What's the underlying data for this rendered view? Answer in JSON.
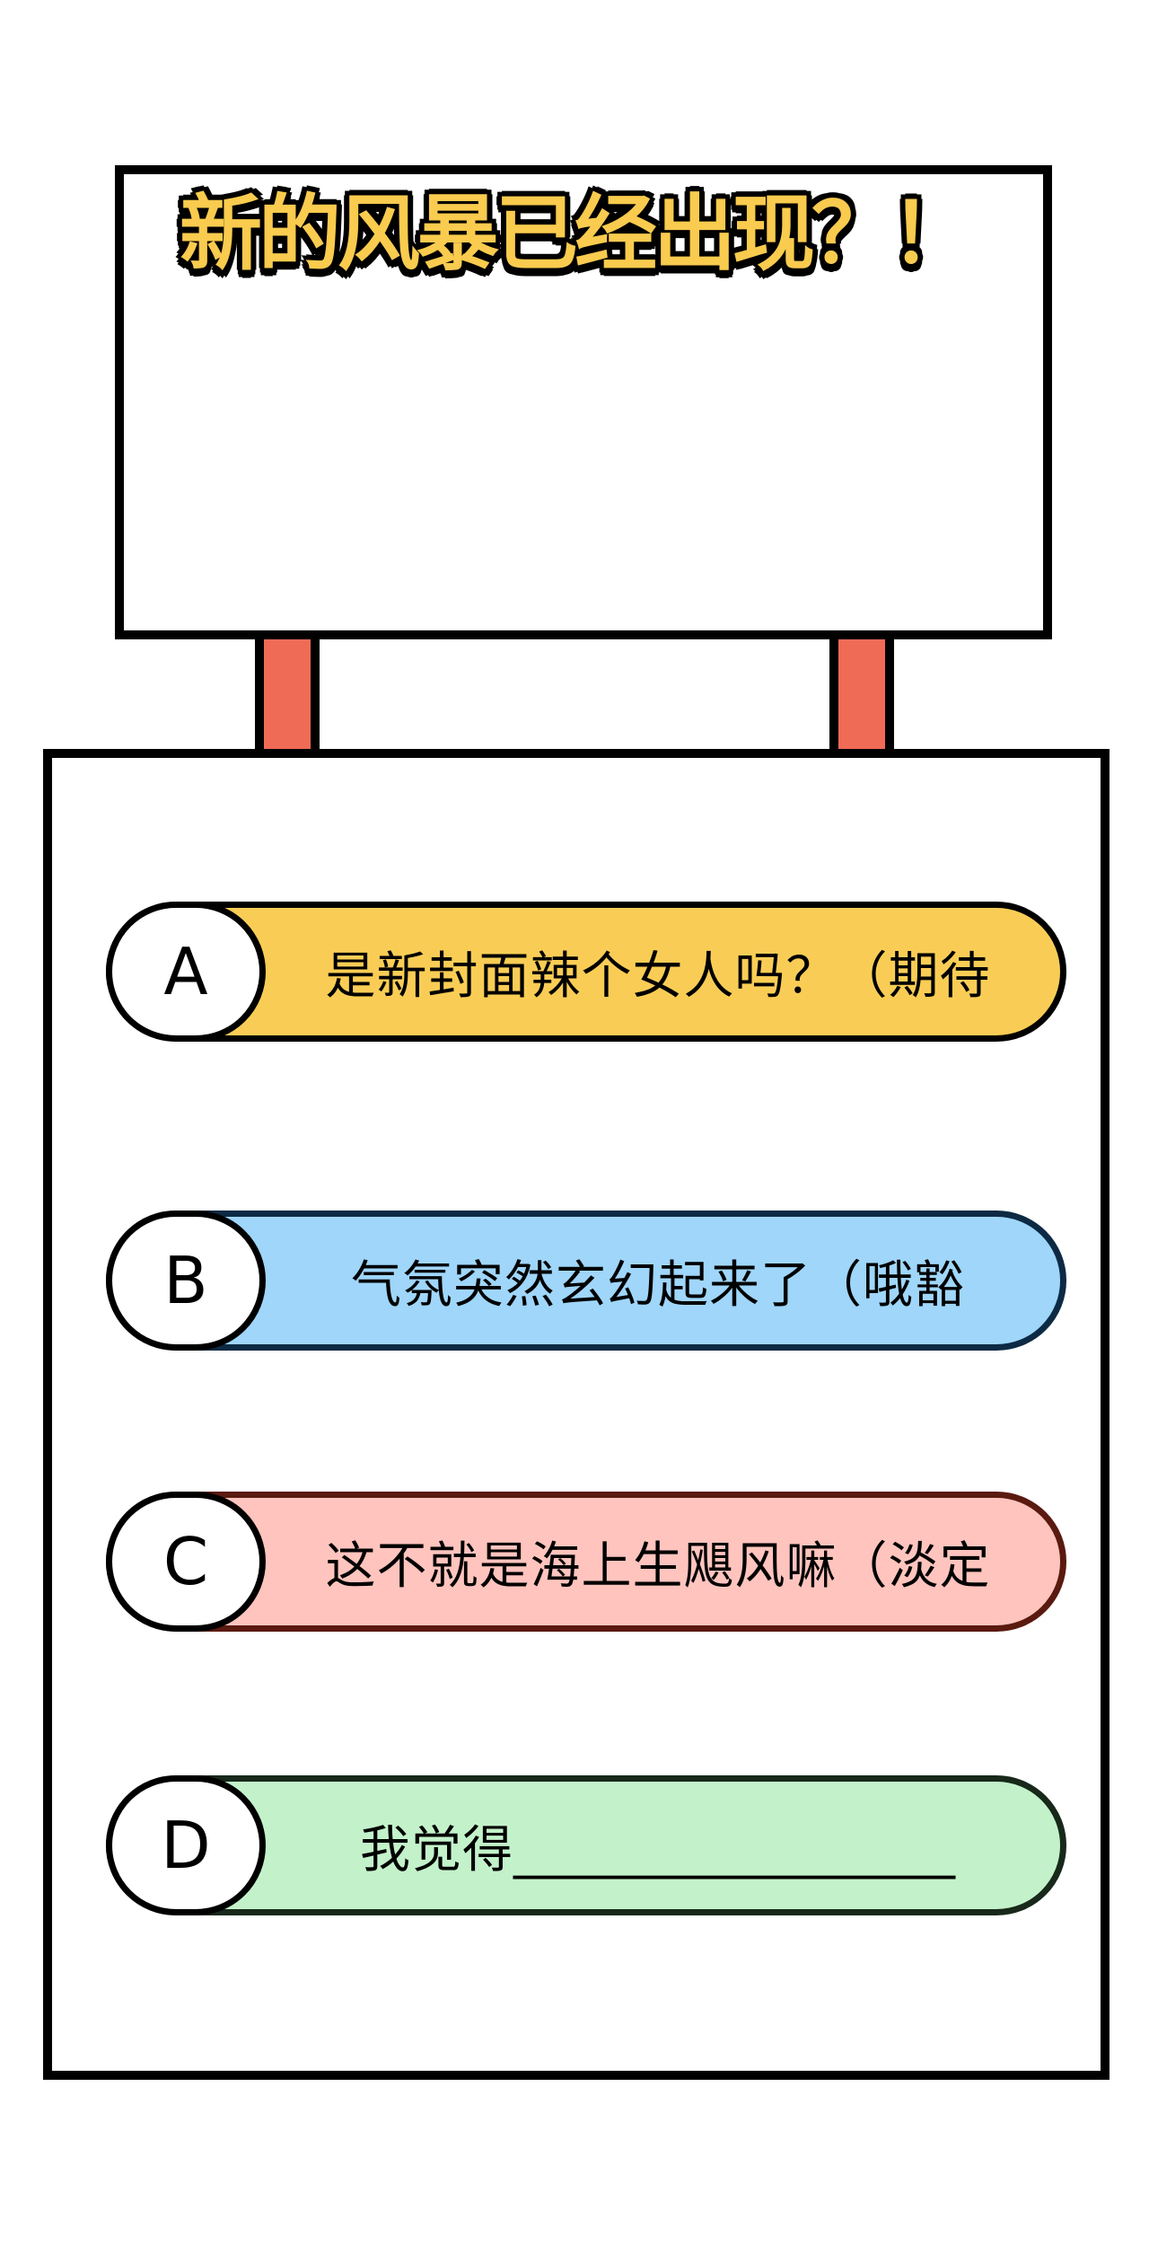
{
  "title": "新的风暴已经出现？！",
  "colors": {
    "title_fill": "#F9CB4E",
    "post": "#F06B56",
    "outline": "#000000"
  },
  "options": [
    {
      "letter": "A",
      "text": "是新封面辣个女人吗？（期待",
      "fill": "#F9CD55",
      "border": "#000000"
    },
    {
      "letter": "B",
      "text": "气氛突然玄幻起来了（哦豁",
      "fill": "#9FD6FA",
      "border": "#0D2A44"
    },
    {
      "letter": "C",
      "text": "这不就是海上生飓风嘛（淡定",
      "fill": "#FFC4BE",
      "border": "#5A1A10"
    },
    {
      "letter": "D",
      "text": "我觉得_________________",
      "fill": "#C3F2CA",
      "border": "#18281A"
    }
  ]
}
